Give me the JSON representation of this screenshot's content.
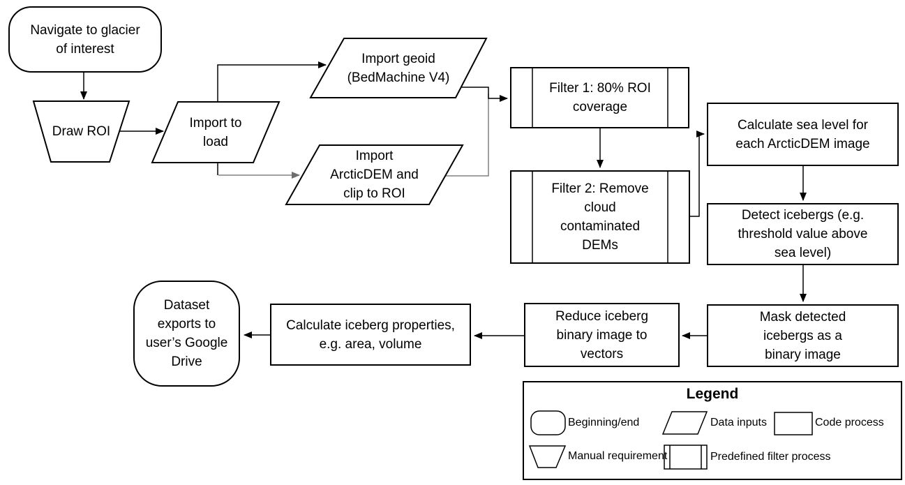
{
  "diagram": {
    "nodes": {
      "navigate": {
        "type": "beginning-end",
        "label": "Navigate to glacier\nof interest"
      },
      "draw_roi": {
        "type": "manual-requirement",
        "label": "Draw ROI"
      },
      "import_to_load": {
        "type": "data-input",
        "label": "Import to\nload"
      },
      "import_geoid": {
        "type": "data-input",
        "label": "Import geoid\n(BedMachine V4)"
      },
      "import_arcticdem": {
        "type": "data-input",
        "label": "Import\nArcticDEM and\nclip to ROI"
      },
      "filter1": {
        "type": "predefined-filter-process",
        "label": "Filter 1: 80% ROI\ncoverage"
      },
      "filter2": {
        "type": "predefined-filter-process",
        "label": "Filter 2: Remove\ncloud\ncontaminated\nDEMs"
      },
      "calc_sea_level": {
        "type": "code-process",
        "label": "Calculate sea level for\neach ArcticDEM image"
      },
      "detect_icebergs": {
        "type": "code-process",
        "label": "Detect icebergs (e.g.\nthreshold value above\nsea level)"
      },
      "mask_icebergs": {
        "type": "code-process",
        "label": "Mask detected\nicebergs as a\nbinary image"
      },
      "reduce_vectors": {
        "type": "code-process",
        "label": "Reduce iceberg\nbinary image to\nvectors"
      },
      "calc_properties": {
        "type": "code-process",
        "label": "Calculate iceberg properties,\ne.g. area, volume"
      },
      "dataset_exports": {
        "type": "beginning-end",
        "label": "Dataset\nexports to\nuser’s Google\nDrive"
      }
    },
    "legend": {
      "title": "Legend",
      "items": [
        {
          "shape": "terminator",
          "label": "Beginning/end"
        },
        {
          "shape": "parallelogram",
          "label": "Data inputs"
        },
        {
          "shape": "rectangle",
          "label": "Code process"
        },
        {
          "shape": "trapezoid",
          "label": "Manual requirement"
        },
        {
          "shape": "predefined",
          "label": "Predefined filter process"
        }
      ]
    },
    "colors": {
      "shape_stroke": "#000000",
      "connector_black": "#000000",
      "connector_gray": "#808080",
      "fill": "#ffffff",
      "text": "#000000",
      "background": "#ffffff"
    }
  }
}
